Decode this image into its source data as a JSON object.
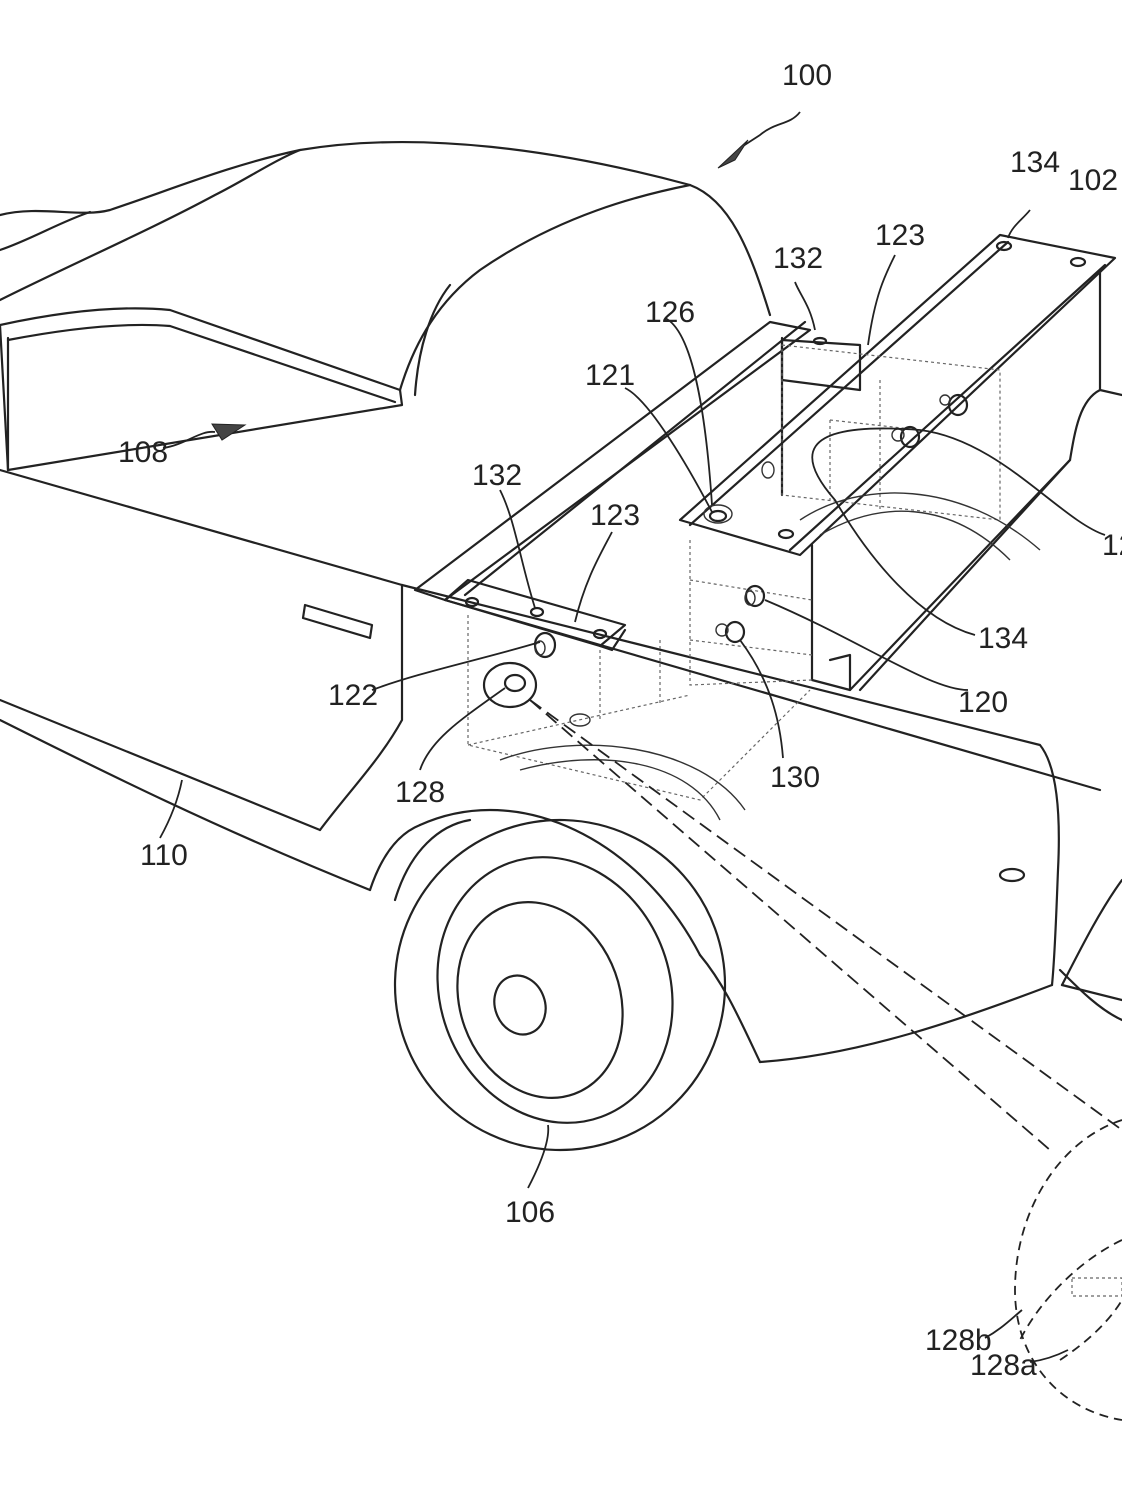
{
  "figure": {
    "labels": {
      "l100": "100",
      "l102": "102",
      "l106": "106",
      "l108": "108",
      "l110": "110",
      "l120": "120",
      "l121": "121",
      "l122": "122",
      "l123a": "123",
      "l123b": "123",
      "l126": "126",
      "l128": "128",
      "l128a": "128a",
      "l128b": "128b",
      "l130": "130",
      "l132a": "132",
      "l132b": "132",
      "l134a": "134",
      "l134b": "134",
      "l12x": "12"
    }
  }
}
